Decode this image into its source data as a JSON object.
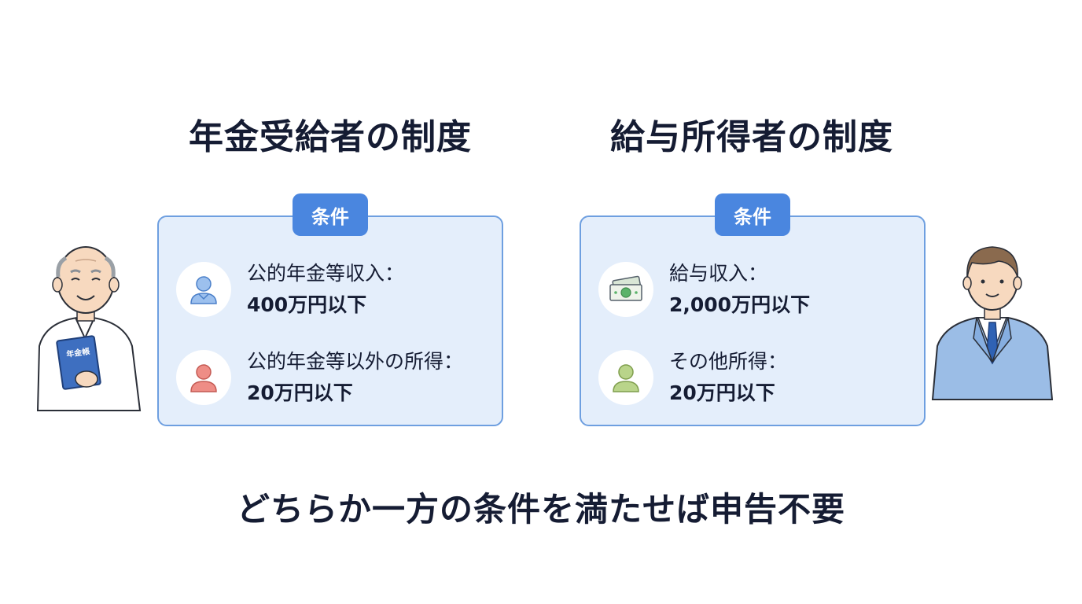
{
  "left": {
    "title": "年金受給者の制度",
    "badge": "条件",
    "rows": [
      {
        "line1": "公的年金等収入：",
        "line2": "400万円以下"
      },
      {
        "line1": "公的年金等以外の所得：",
        "line2": "20万円以下"
      }
    ],
    "booklet_label": "年金帳"
  },
  "right": {
    "title": "給与所得者の制度",
    "badge": "条件",
    "rows": [
      {
        "line1": "給与収入：",
        "line2": "2,000万円以下"
      },
      {
        "line1": "その他所得：",
        "line2": "20万円以下"
      }
    ]
  },
  "footer": "どちらか一方の条件を満たせば申告不要",
  "icons": {
    "left_row1": "person-blue-icon",
    "left_row2": "person-red-icon",
    "right_row1": "money-bill-icon",
    "right_row2": "person-green-icon"
  },
  "colors": {
    "card_bg": "#e4eefb",
    "card_border": "#6e9fe0",
    "badge": "#4a86df",
    "title_text": "#151c33"
  }
}
